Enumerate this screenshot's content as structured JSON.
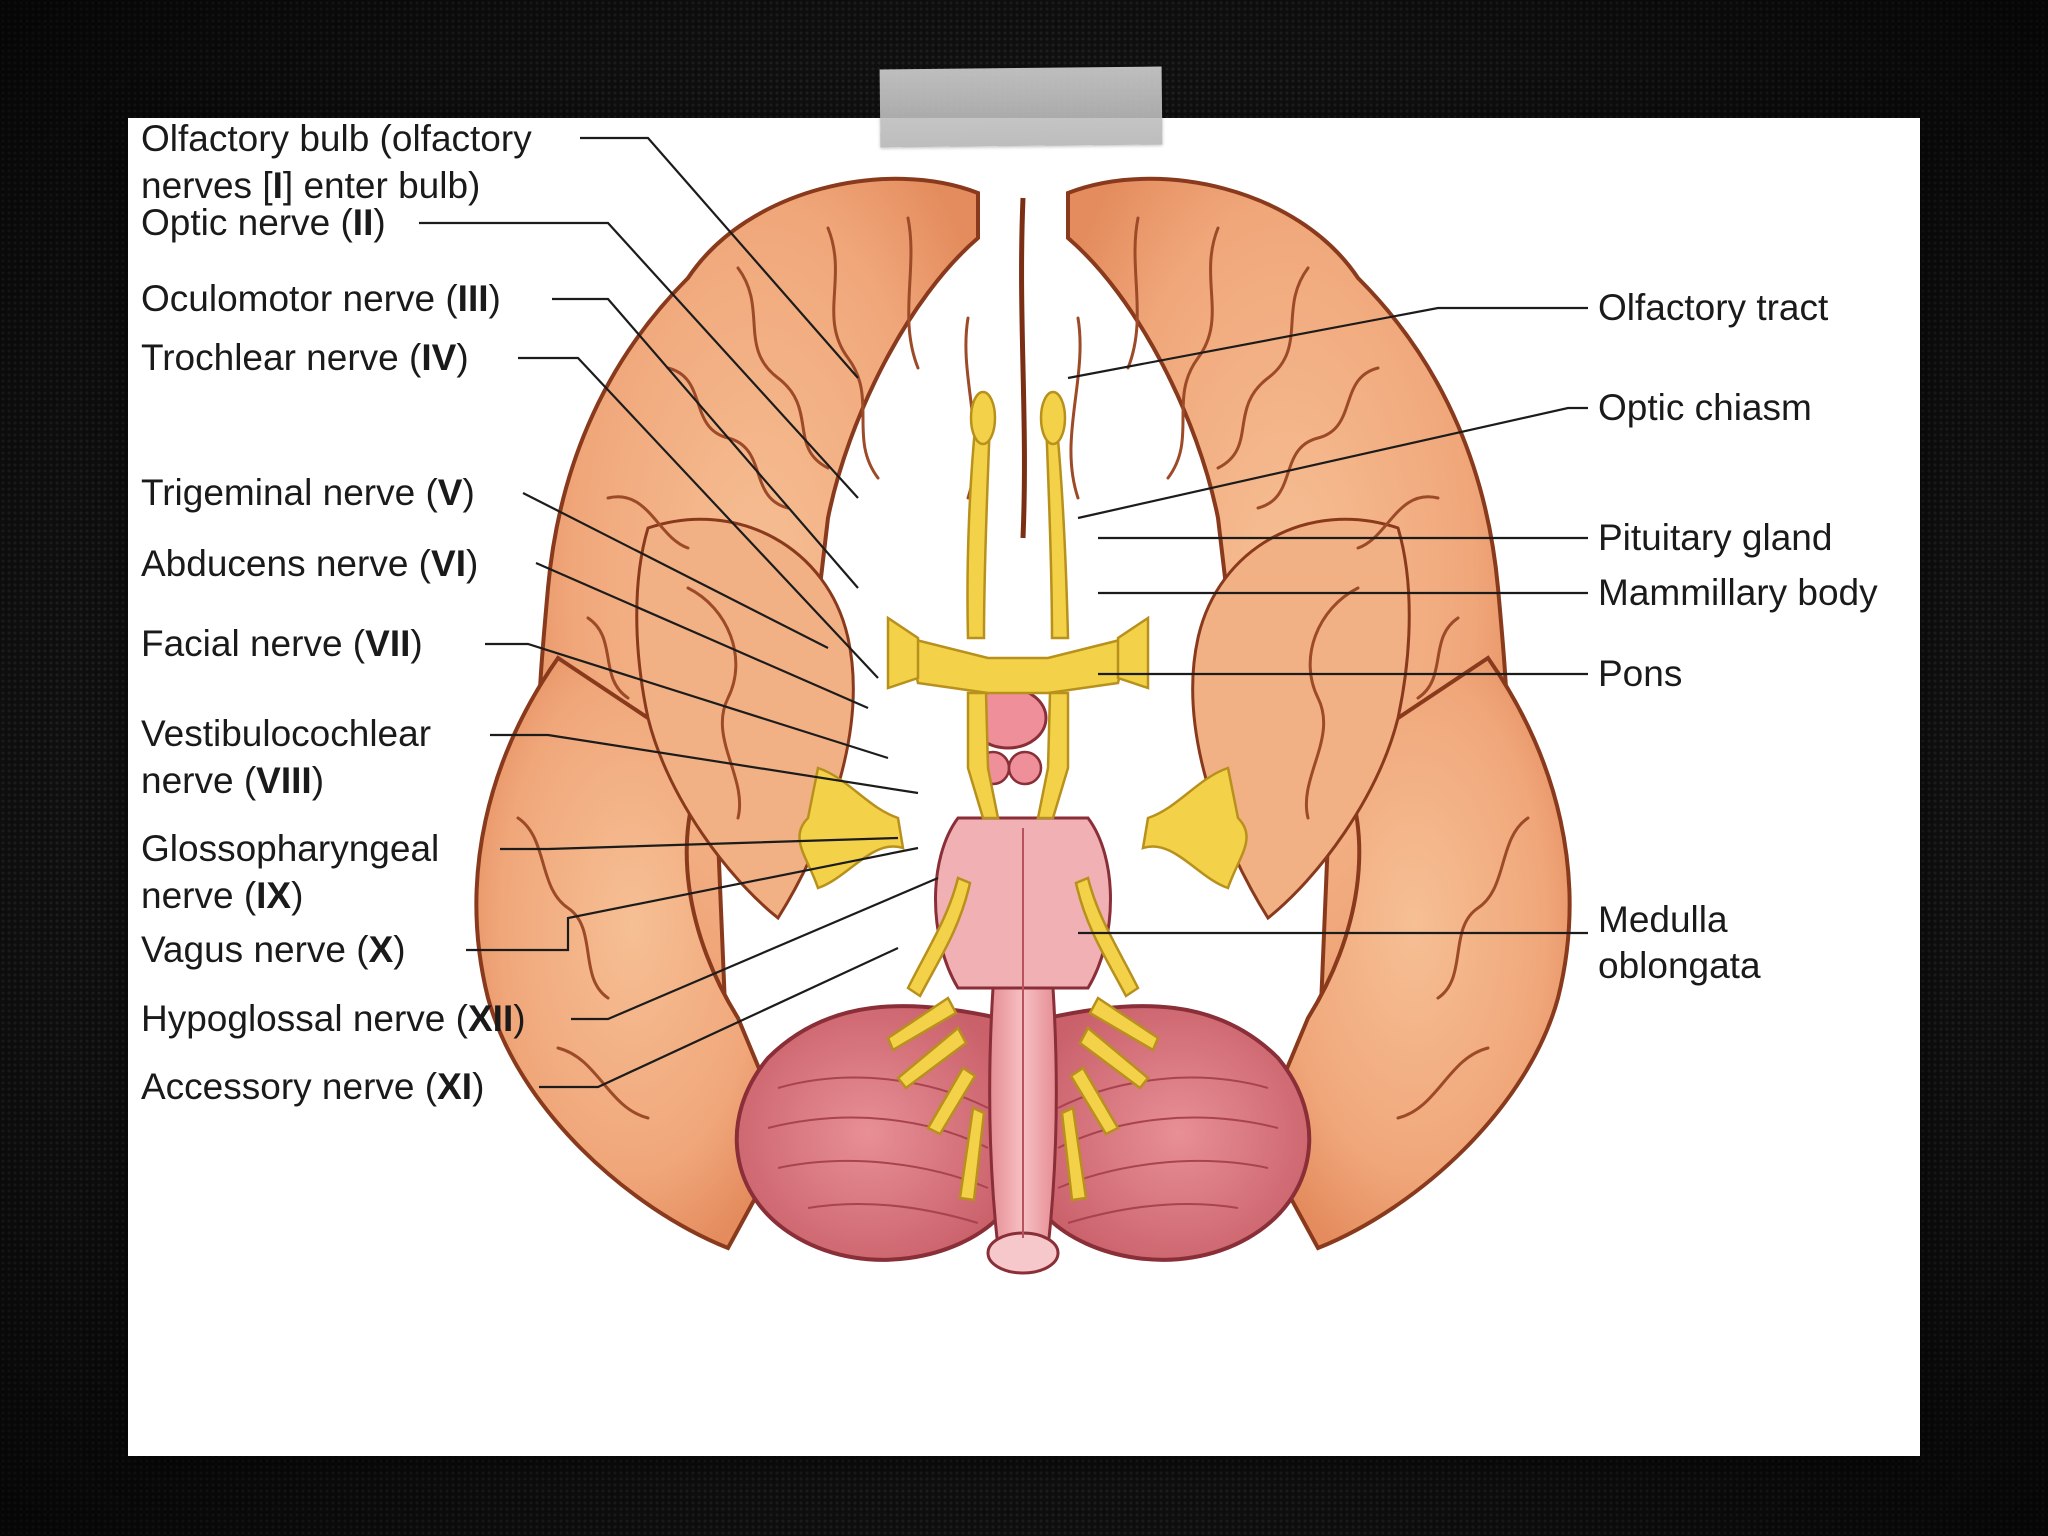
{
  "labels_left": {
    "olfactory_bulb": {
      "line1": "Olfactory bulb (olfactory",
      "line2_pre": "nerves [",
      "line2_num": "I",
      "line2_post": "] enter bulb)"
    },
    "optic_nerve": {
      "name": "Optic nerve (",
      "num": "II",
      "close": ")"
    },
    "oculomotor_nerve": {
      "name": "Oculomotor nerve (",
      "num": "III",
      "close": ")"
    },
    "trochlear_nerve": {
      "name": "Trochlear nerve (",
      "num": "IV",
      "close": ")"
    },
    "trigeminal_nerve": {
      "name": "Trigeminal nerve (",
      "num": "V",
      "close": ")"
    },
    "abducens_nerve": {
      "name": "Abducens nerve (",
      "num": "VI",
      "close": ")"
    },
    "facial_nerve": {
      "name": "Facial nerve (",
      "num": "VII",
      "close": ")"
    },
    "vestibulocochlear_nerve": {
      "line1": "Vestibulocochlear",
      "line2_pre": "nerve (",
      "num": "VIII",
      "close": ")"
    },
    "glossopharyngeal_nerve": {
      "line1": "Glossopharyngeal",
      "line2_pre": "nerve (",
      "num": "IX",
      "close": ")"
    },
    "vagus_nerve": {
      "name": "Vagus nerve (",
      "num": "X",
      "close": ")"
    },
    "hypoglossal_nerve": {
      "name": "Hypoglossal nerve (",
      "num": "XII",
      "close": ")"
    },
    "accessory_nerve": {
      "name": "Accessory nerve (",
      "num": "XI",
      "close": ")"
    }
  },
  "labels_right": {
    "olfactory_tract": "Olfactory tract",
    "optic_chiasm": "Optic chiasm",
    "pituitary_gland": "Pituitary gland",
    "mammillary_body": "Mammillary body",
    "pons": "Pons",
    "medulla_line1": "Medulla",
    "medulla_line2": "oblongata"
  },
  "colors": {
    "cerebrum": "#f0a77a",
    "cerebrum_outline": "#8a3a1c",
    "sulci": "#9c4a28",
    "cerebellum": "#d8737b",
    "brainstem": "#eca1a6",
    "nerves": "#f3d24a",
    "pituitary": "#ef8f9a"
  }
}
